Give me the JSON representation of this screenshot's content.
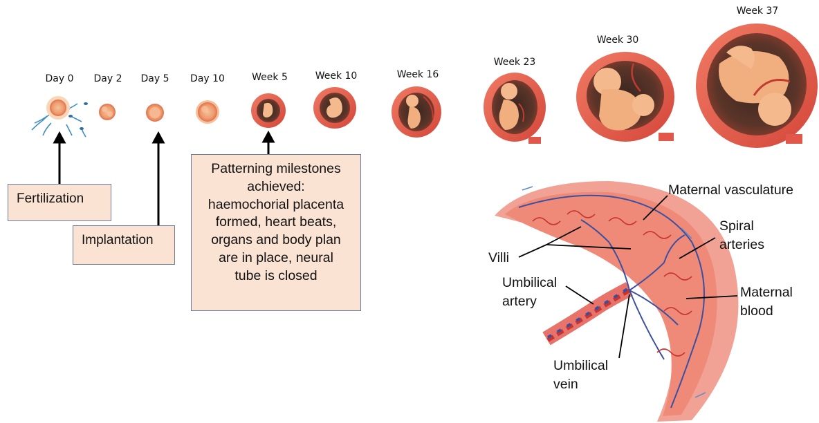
{
  "stages": [
    {
      "label": "Day 0"
    },
    {
      "label": "Day 2"
    },
    {
      "label": "Day 5"
    },
    {
      "label": "Day 10"
    },
    {
      "label": "Week 5"
    },
    {
      "label": "Week 10"
    },
    {
      "label": "Week 16"
    },
    {
      "label": "Week 23"
    },
    {
      "label": "Week 30"
    },
    {
      "label": "Week 37"
    }
  ],
  "callouts": {
    "fertilization": "Fertilization",
    "implantation": "Implantation",
    "milestones": [
      "Patterning milestones",
      "achieved:",
      "haemochorial placenta",
      "formed, heart beats,",
      "organs and body plan",
      "are in place, neural",
      "tube is closed"
    ]
  },
  "placenta_labels": {
    "maternal_vasculature": "Maternal vasculature",
    "spiral_arteries": [
      "Spiral",
      "arteries"
    ],
    "villi": "Villi",
    "umbilical_artery": [
      "Umbilical",
      "artery"
    ],
    "maternal_blood": [
      "Maternal",
      "blood"
    ],
    "umbilical_vein": [
      "Umbilical",
      "vein"
    ]
  },
  "colors": {
    "callout_fill": "#fbe3d4",
    "callout_border": "#6b7aa1",
    "uterus_red": "#e8574a",
    "embryo_skin": "#f4b98c",
    "placenta_pink": "#f4a08f",
    "vessel_blue": "#3b4fa0",
    "vessel_red": "#c8352f"
  }
}
